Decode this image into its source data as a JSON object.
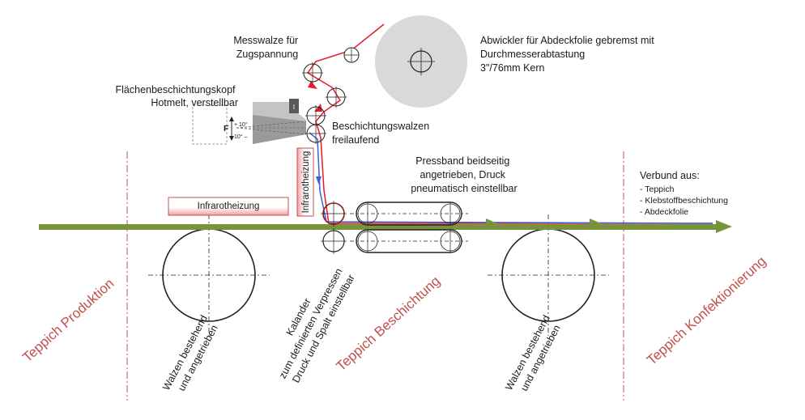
{
  "labels": {
    "messwalze": [
      "Messwalze für",
      "Zugspannung"
    ],
    "abwickler": [
      "Abwickler für Abdeckfolie gebremst mit",
      "Durchmesserabtastung",
      "3\"/76mm Kern"
    ],
    "kopf": [
      "Flächenbeschichtungskopf",
      "Hotmelt, verstellbar"
    ],
    "beschichtungswalzen": [
      "Beschichtungswalzen",
      "freilaufend"
    ],
    "pressband": [
      "Pressband beidseitig",
      "angetrieben, Druck",
      "pneumatisch einstellbar"
    ],
    "verbund_title": "Verbund aus:",
    "verbund_items": [
      "- Teppich",
      "- Klebstoffbeschichtung",
      "- Abdeckfolie"
    ],
    "infrarot_h": "Infrarotheizung",
    "infrarot_v": "Infrarotheizung",
    "kalander": [
      "Kalander",
      "zum definierten Verpressen",
      "Druck und Spalt einstellbar"
    ],
    "walzen_left": [
      "Walzen bestehend",
      "und angetrieben"
    ],
    "walzen_right": [
      "Walzen bestehend",
      "und angetrieben"
    ],
    "angle_top": "+ 10°",
    "angle_bottom": "10° –",
    "force": "F",
    "head_marker": "I"
  },
  "sections": {
    "produktion": "Teppich Produktion",
    "beschichtung": "Teppich Beschichtung",
    "konfektionierung": "Teppich Konfektionierung"
  },
  "colors": {
    "carpet": "#77933c",
    "film": "#e6192a",
    "adhesive": "#3c5fd6",
    "section": "#c0504d",
    "roller_fill": "#d9d9d9"
  }
}
